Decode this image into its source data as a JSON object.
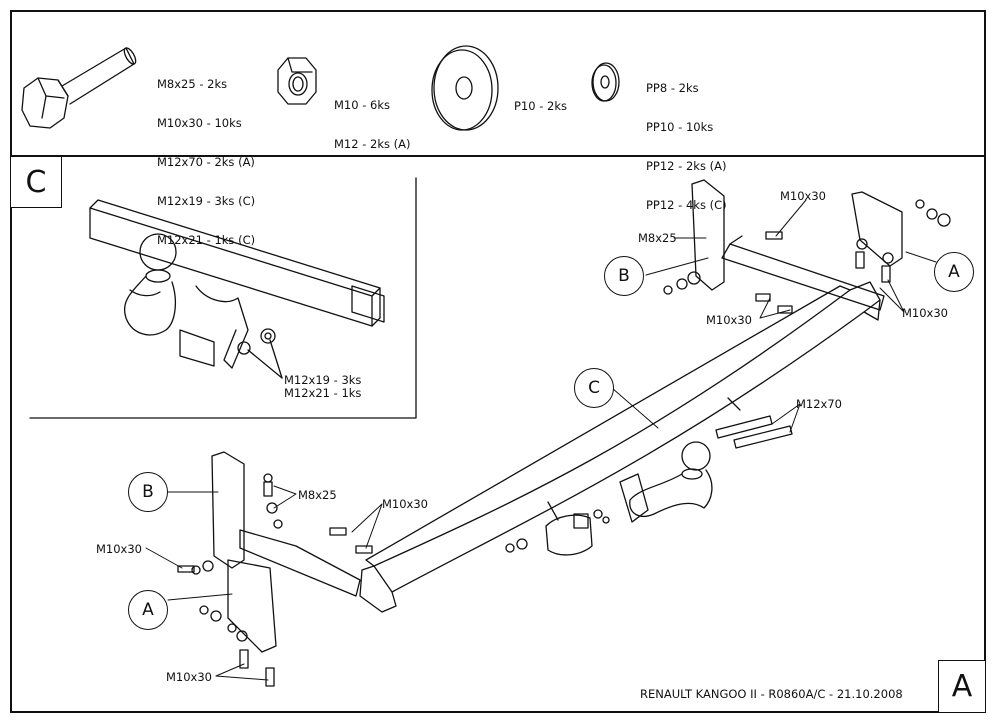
{
  "parts_list": {
    "bolts": [
      "M8x25 - 2ks",
      "M10x30 - 10ks",
      "M12x70 - 2ks (A)",
      "M12x19 - 3ks (C)",
      "M12x21 - 1ks (C)"
    ],
    "nuts": [
      "M10 - 6ks",
      "M12 - 2ks (A)"
    ],
    "large_washer": "P10 - 2ks",
    "washers": [
      "PP8 - 2ks",
      "PP10 - 10ks",
      "PP12 - 2ks (A)",
      "PP12 - 4ks (C)"
    ]
  },
  "detail": {
    "box_letter": "C",
    "labels": [
      "M12x19 - 3ks",
      "M12x21 - 1ks"
    ]
  },
  "callouts": {
    "a": "A",
    "b": "B",
    "c": "C"
  },
  "bolt_labels": {
    "m10x30": "M10x30",
    "m8x25": "M8x25",
    "m12x70": "M12x70"
  },
  "title_block": {
    "text": "RENAULT KANGOO II - R0860A/C - 21.10.2008",
    "sheet_letter": "A"
  }
}
